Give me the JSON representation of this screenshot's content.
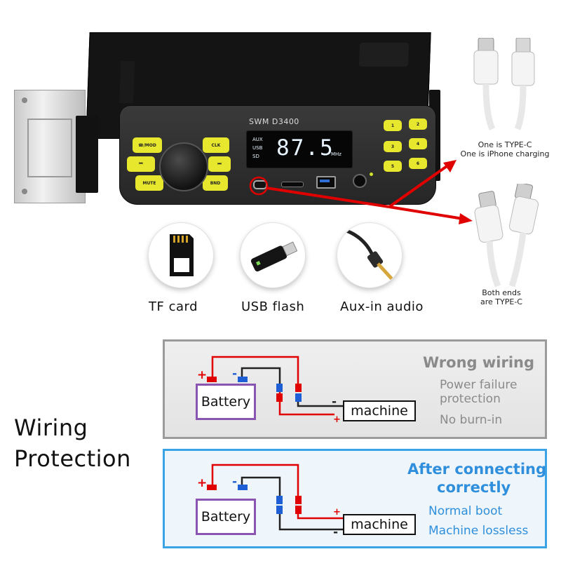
{
  "device": {
    "model_text": "SWM  D3400",
    "display_frequency": "87.5",
    "display_unit": "MHz",
    "display_sources": [
      "AUX",
      "USB",
      "SD"
    ],
    "left_buttons": [
      "☎/MOD",
      "CLK",
      "⏮",
      "⏭",
      "MUTE",
      "BND"
    ],
    "preset_buttons": [
      "1",
      "2",
      "3",
      "4",
      "5",
      "6"
    ],
    "colors": {
      "body": "#2b2b2b",
      "buttons": "#e7e82e",
      "display_text": "#e8f4ff",
      "arrow": "#e00000"
    }
  },
  "cables": {
    "top_note": [
      "One is TYPE-C",
      "One is iPhone charging"
    ],
    "bottom_note": [
      "Both ends",
      "are TYPE-C"
    ]
  },
  "features": [
    {
      "label": "TF card",
      "icon": "sd-card-icon"
    },
    {
      "label": "USB flash",
      "icon": "usb-flash-icon"
    },
    {
      "label": "Aux-in audio",
      "icon": "aux-cable-icon"
    }
  ],
  "wiring_title": [
    "Wiring",
    "Protection"
  ],
  "wrong_panel": {
    "title": "Wrong wiring",
    "lines": [
      "Power failure",
      "protection",
      "No burn-in"
    ],
    "battery_label": "Battery",
    "machine_label": "machine",
    "plus": "+",
    "minus": "-"
  },
  "correct_panel": {
    "title": [
      "After connecting",
      "correctly"
    ],
    "lines": [
      "Normal boot",
      "Machine lossless"
    ],
    "battery_label": "Battery",
    "machine_label": "machine",
    "plus": "+",
    "minus": "-",
    "border_color": "#3aa3e6",
    "title_color": "#2f8fdc"
  }
}
